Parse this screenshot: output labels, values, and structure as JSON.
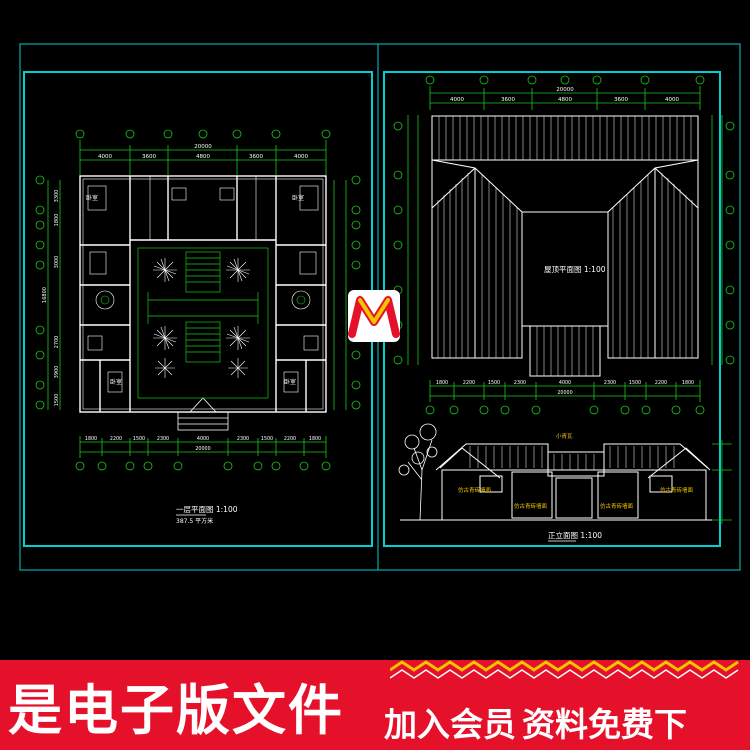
{
  "ground_floor_plan": {
    "title": "一层平面图 1:100",
    "area": "387.5 平方米",
    "dims_top": [
      "4000",
      "3600",
      "4800",
      "3600",
      "4000"
    ],
    "dim_total": "20000",
    "dims_bottom": [
      "1800",
      "2200",
      "1500",
      "2300",
      "4000",
      "2300",
      "1500",
      "2200",
      "1800"
    ],
    "dims_left": [
      "3300",
      "1800",
      "3000",
      "2700",
      "3900",
      "1500"
    ],
    "overall_left": "16800",
    "room_bedroom": "卧室"
  },
  "roof_plan": {
    "title": "屋顶平面图 1:100",
    "dims_top": [
      "4000",
      "3600",
      "4800",
      "3600",
      "4000"
    ],
    "dim_total_top": "20000",
    "dims_bottom": [
      "1800",
      "2200",
      "1500",
      "2300",
      "4000",
      "2300",
      "1500",
      "2200",
      "1800"
    ],
    "dim_total_bottom": "20000"
  },
  "elevation": {
    "title": "正立面图 1:100",
    "ridge_label": "小青瓦",
    "material_tags": [
      "仿古青砖墙面",
      "仿古青砖墙面",
      "仿古青砖墙面",
      "仿古青砖墙面"
    ]
  },
  "logo": {
    "letter": "M"
  },
  "banner": {
    "left_text": "是电子版文件",
    "right_words": [
      "加入会员",
      "资料免费下"
    ]
  },
  "colors": {
    "cyan": "#00d0d0",
    "green": "#19c819",
    "white": "#ffffff",
    "red": "#e5102a",
    "yellow": "#f2c400"
  }
}
